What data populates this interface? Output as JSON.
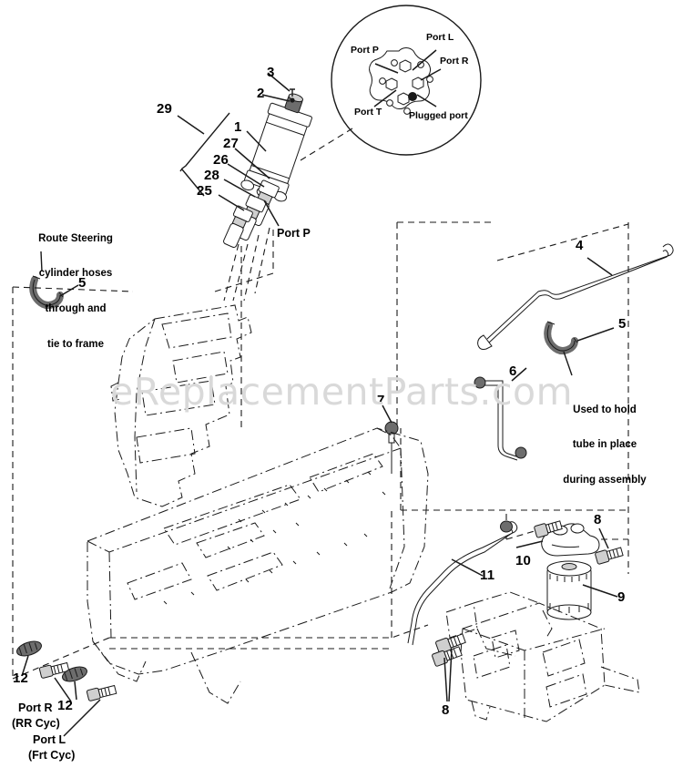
{
  "document": {
    "title": "Hydraulic Steering and Transaxle Parts Diagram",
    "watermark": "eReplacementParts.com",
    "background_color": "#ffffff",
    "line_color": "#1a1a1a",
    "watermark_color": "#d9d9d9"
  },
  "port_detail": {
    "name": "steering-valve-port-face-detail",
    "labels": {
      "port_p": "Port P",
      "port_l": "Port L",
      "port_r": "Port R",
      "port_t": "Port T",
      "plugged": "Plugged port"
    }
  },
  "notes": [
    {
      "id": "route-note",
      "lines": [
        "Route Steering",
        "cylinder hoses",
        "through and",
        "tie to frame"
      ]
    },
    {
      "id": "hold-note",
      "lines": [
        "Used to hold",
        "tube in place",
        "during assembly"
      ]
    }
  ],
  "callouts": [
    {
      "id": "c29",
      "text": "29"
    },
    {
      "id": "c3",
      "text": "3"
    },
    {
      "id": "c2",
      "text": "2"
    },
    {
      "id": "c1",
      "text": "1"
    },
    {
      "id": "c27",
      "text": "27"
    },
    {
      "id": "c26",
      "text": "26"
    },
    {
      "id": "c28",
      "text": "28"
    },
    {
      "id": "c25",
      "text": "25"
    },
    {
      "id": "c5a",
      "text": "5"
    },
    {
      "id": "c4",
      "text": "4"
    },
    {
      "id": "c5b",
      "text": "5"
    },
    {
      "id": "c6",
      "text": "6"
    },
    {
      "id": "c7",
      "text": "7"
    },
    {
      "id": "c8a",
      "text": "8"
    },
    {
      "id": "c10",
      "text": "10"
    },
    {
      "id": "c9",
      "text": "9"
    },
    {
      "id": "c11",
      "text": "11"
    },
    {
      "id": "c8b",
      "text": "8"
    },
    {
      "id": "c12a",
      "text": "12"
    },
    {
      "id": "c12b",
      "text": "12"
    }
  ],
  "port_callouts": {
    "port_p_cylinder": "Port P",
    "port_r_rr": [
      "Port R",
      "(RR Cyc)"
    ],
    "port_l_frt": [
      "Port L",
      "(Frt Cyc)"
    ]
  }
}
